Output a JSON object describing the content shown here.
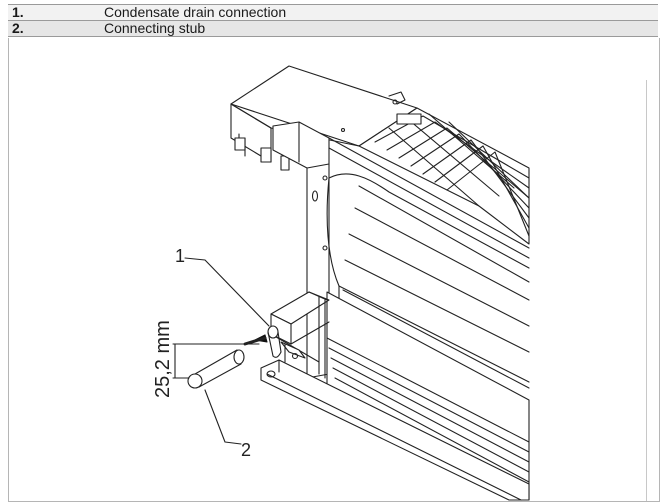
{
  "legend": {
    "rows": [
      {
        "num": "1.",
        "text": "Condensate drain connection"
      },
      {
        "num": "2.",
        "text": "Connecting stub"
      }
    ]
  },
  "drawing": {
    "callout_1": "1",
    "callout_2": "2",
    "dimension": "25,2 mm"
  }
}
